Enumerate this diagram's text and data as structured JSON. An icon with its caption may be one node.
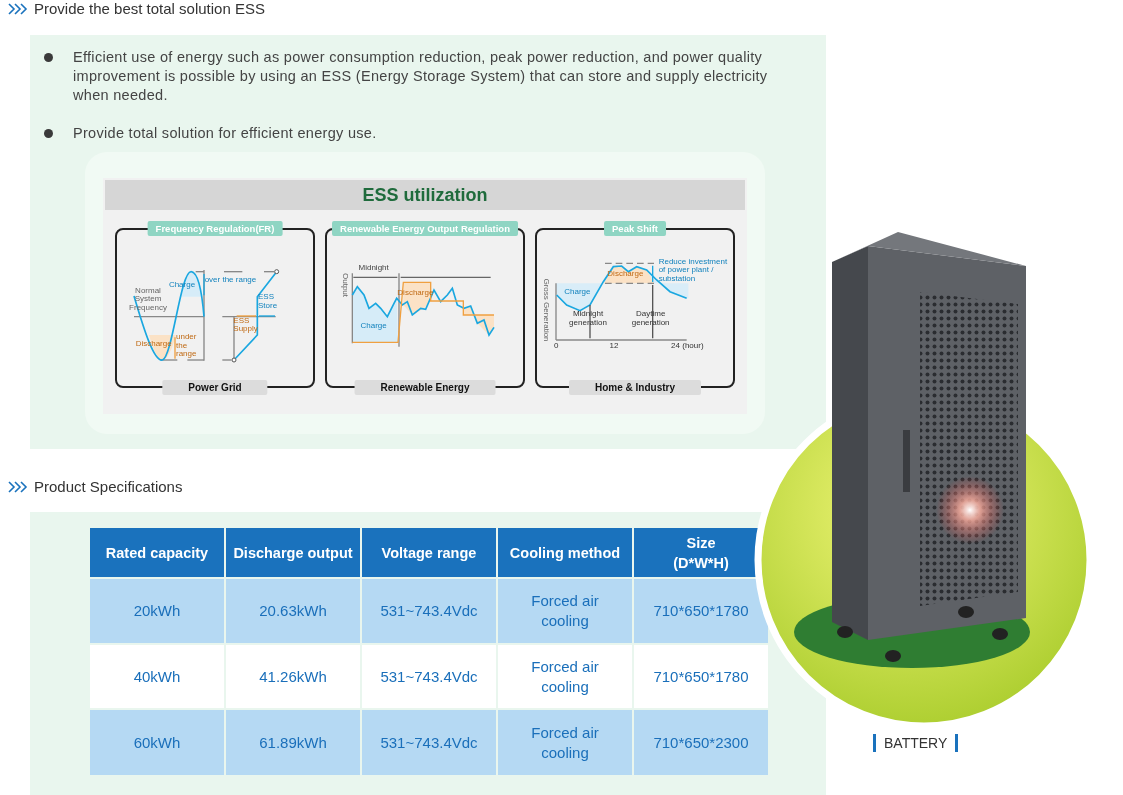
{
  "diagram": {
    "nodes": [
      {
        "text": [
          "ESS utilization"
        ]
      },
      {
        "text": [
          "Frequency Regulation(FR)",
          "Charge",
          "over the range",
          "Normal System Frequency",
          "Discharge",
          "under the range",
          "ESS Store",
          "ESS Supply",
          "Power Grid"
        ],
        "in": 0
      },
      {
        "text": [
          "Renewable Energy Output Regulation",
          "Output",
          "Midnight",
          "Discharge",
          "Charge",
          "Renewable Energy"
        ],
        "in": 0
      },
      {
        "text": [
          "Peak Shift",
          "Discharge",
          "Reduce investment of power plant / substation",
          "Charge",
          "Gross Generation",
          "Midnight generation",
          "Daytime generation",
          "0",
          "12",
          "24 (hour)",
          "Home & Industry"
        ],
        "in": 0
      }
    ],
    "labels": [
      "Provide the best total solution ESS",
      "Efficient use of energy such as power consumption reduction, peak power reduction, and power quality improvement is possible by using an ESS (Energy Storage System) that can store and supply electricity when needed.",
      "Provide total solution for efficient energy use.",
      "Product Specifications",
      "Rated capacity",
      "Discharge output",
      "Voltage range",
      "Cooling method",
      "Size (D*W*H)",
      "20kWh",
      "20.63kWh",
      "531~743.4Vdc",
      "Forced air cooling",
      "710*650*1780",
      "40kWh",
      "41.26kWh",
      "531~743.4Vdc",
      "Forced air cooling",
      "710*650*1780",
      "60kWh",
      "61.89kWh",
      "531~743.4Vdc",
      "Forced air cooling",
      "710*650*2300",
      "BATTERY"
    ]
  }
}
